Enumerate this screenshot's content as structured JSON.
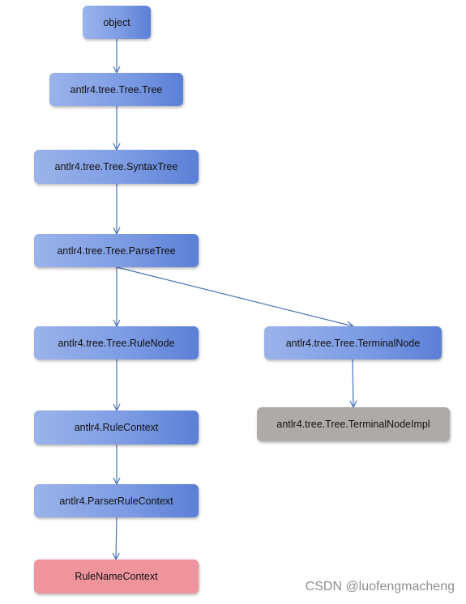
{
  "nodes": {
    "object": "object",
    "tree": "antlr4.tree.Tree.Tree",
    "syntax_tree": "antlr4.tree.Tree.SyntaxTree",
    "parse_tree": "antlr4.tree.Tree.ParseTree",
    "rule_node": "antlr4.tree.Tree.RuleNode",
    "terminal_node": "antlr4.tree.Tree.TerminalNode",
    "terminal_node_impl": "antlr4.tree.Tree.TerminalNodeImpl",
    "rule_context": "antlr4.RuleContext",
    "parser_rule_context": "antlr4.ParserRuleContext",
    "rule_name_context": "RuleNameContext"
  },
  "edges": [
    [
      "object",
      "tree"
    ],
    [
      "tree",
      "syntax_tree"
    ],
    [
      "syntax_tree",
      "parse_tree"
    ],
    [
      "parse_tree",
      "rule_node"
    ],
    [
      "parse_tree",
      "terminal_node"
    ],
    [
      "terminal_node",
      "terminal_node_impl"
    ],
    [
      "rule_node",
      "rule_context"
    ],
    [
      "rule_context",
      "parser_rule_context"
    ],
    [
      "parser_rule_context",
      "rule_name_context"
    ]
  ],
  "colors": {
    "node_blue": "#7d9ce4",
    "node_gray": "#aeaaa8",
    "node_pink": "#ef949c",
    "arrow": "#4a73b8"
  },
  "watermark": "CSDN @luofengmacheng"
}
